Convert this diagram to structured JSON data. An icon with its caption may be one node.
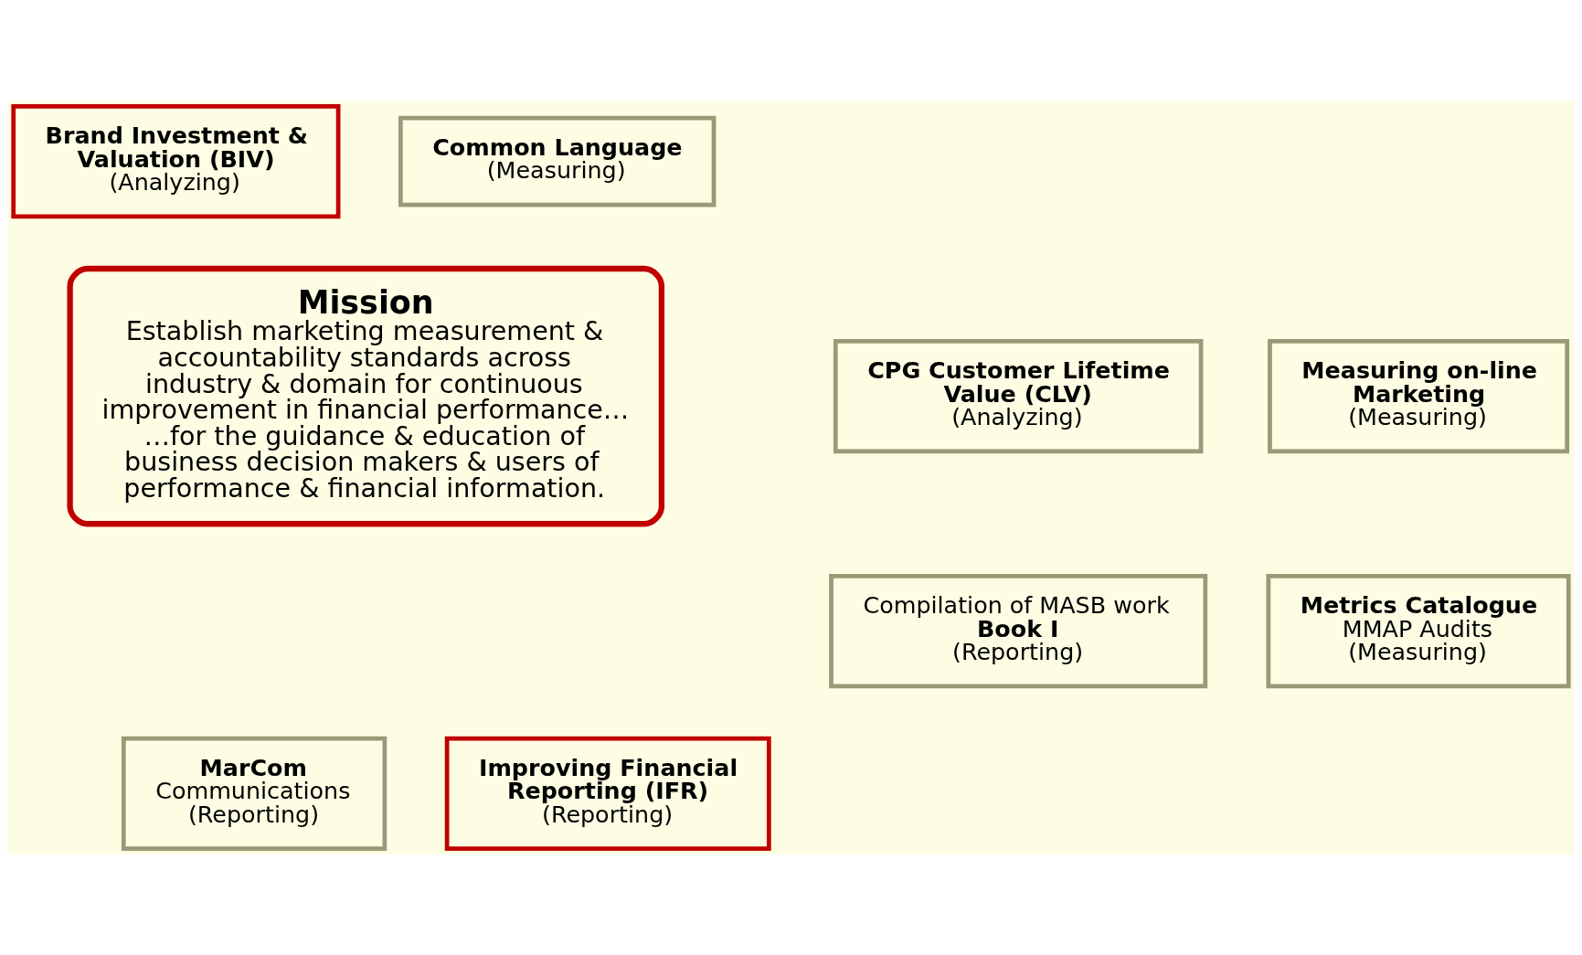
{
  "diagram": {
    "nodes": [
      {
        "text": [
          "Brand Investment & Valuation (BIV)",
          "(Analyzing)"
        ]
      },
      {
        "text": [
          "Common Language",
          "(Measuring)"
        ]
      },
      {
        "text": [
          "CPG Customer Lifetime Value (CLV)",
          "(Analyzing)"
        ]
      },
      {
        "text": [
          "Mission",
          "Establish marketing measurement & accountability standards across industry & domain for continuous improvement in financial performance…",
          "…for the guidance & education of business decision makers & users of performance & financial information."
        ]
      },
      {
        "text": [
          "Measuring on-line Marketing",
          "(Measuring)"
        ]
      },
      {
        "text": [
          "Compilation of MASB work **Book I**",
          "(Reporting)"
        ]
      },
      {
        "text": [
          "Metrics Catalogue",
          "MMAP Audits",
          "(Measuring)"
        ]
      },
      {
        "text": [
          "MarCom",
          "Communications",
          "(Reporting)"
        ]
      },
      {
        "text": [
          "Improving Financial Reporting (IFR)",
          "(Reporting)"
        ]
      }
    ],
    "edges": []
  }
}
